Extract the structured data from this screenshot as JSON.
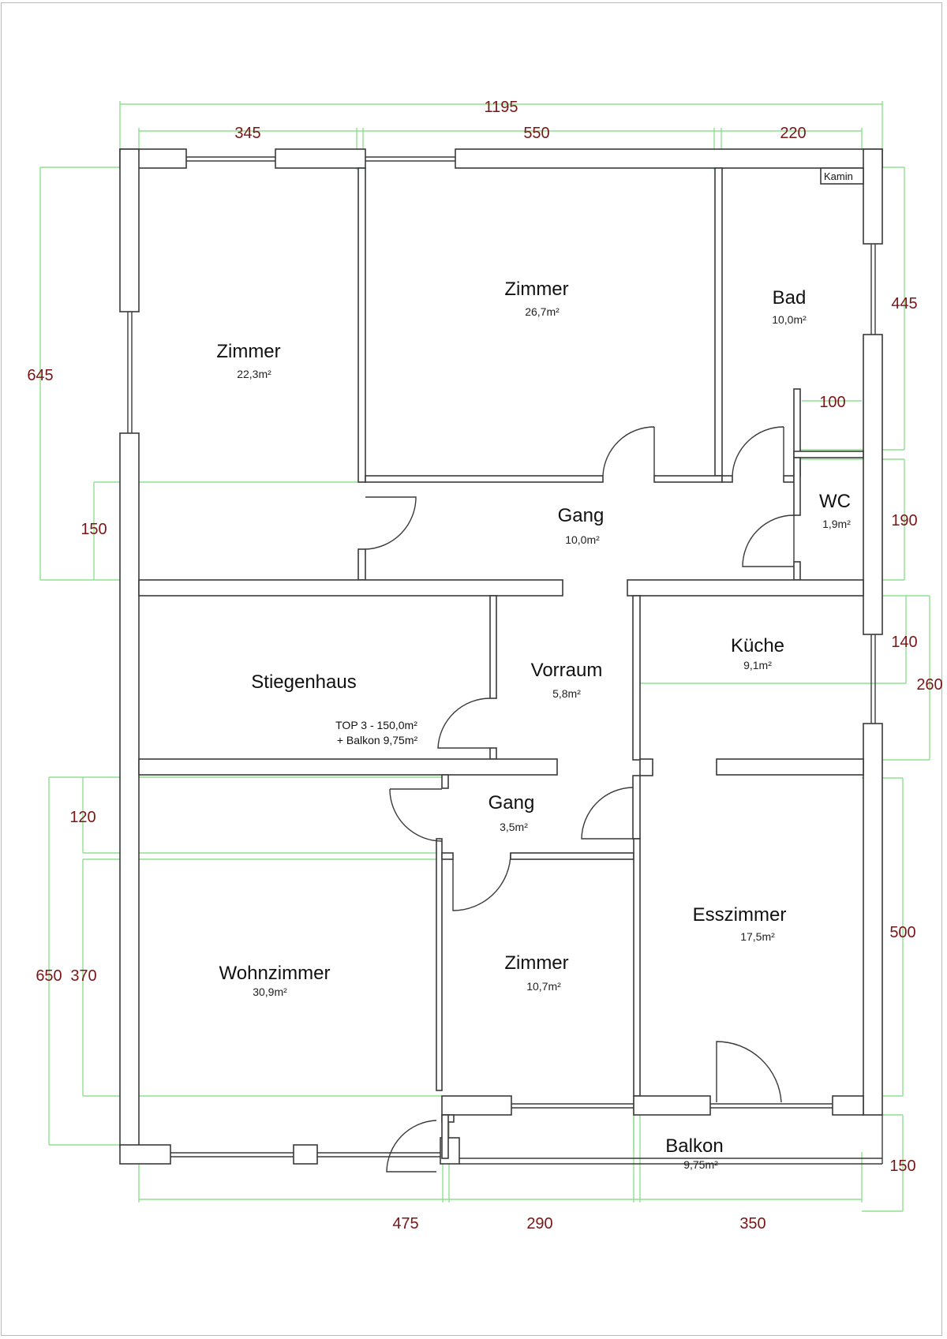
{
  "plan": {
    "unit_summary": {
      "line1": "TOP 3 - 150,0m²",
      "line2": "+ Balkon 9,75m²"
    },
    "kamin_label": "Kamin",
    "rooms": [
      {
        "id": "zimmer-1",
        "name": "Zimmer",
        "area": "22,3m²"
      },
      {
        "id": "zimmer-2",
        "name": "Zimmer",
        "area": "26,7m²"
      },
      {
        "id": "bad",
        "name": "Bad",
        "area": "10,0m²"
      },
      {
        "id": "wc",
        "name": "WC",
        "area": "1,9m²"
      },
      {
        "id": "gang-1",
        "name": "Gang",
        "area": "10,0m²"
      },
      {
        "id": "kueche",
        "name": "Küche",
        "area": "9,1m²"
      },
      {
        "id": "stiegenhaus",
        "name": "Stiegenhaus",
        "area": ""
      },
      {
        "id": "vorraum",
        "name": "Vorraum",
        "area": "5,8m²"
      },
      {
        "id": "gang-2",
        "name": "Gang",
        "area": "3,5m²"
      },
      {
        "id": "esszimmer",
        "name": "Esszimmer",
        "area": "17,5m²"
      },
      {
        "id": "wohnzimmer",
        "name": "Wohnzimmer",
        "area": "30,9m²"
      },
      {
        "id": "zimmer-3",
        "name": "Zimmer",
        "area": "10,7m²"
      },
      {
        "id": "balkon",
        "name": "Balkon",
        "area": "9,75m²"
      }
    ],
    "dimensions": {
      "top_total": "1195",
      "top_segments": [
        "345",
        "550",
        "220"
      ],
      "bottom_segments": [
        "475",
        "290",
        "350"
      ],
      "left": [
        "645",
        "150",
        "120",
        "650",
        "370"
      ],
      "right": [
        "445",
        "100",
        "190",
        "140",
        "260",
        "500",
        "150"
      ]
    },
    "colors": {
      "wall": "#3a3a3a",
      "dimension_line": "#8fe08f",
      "dimension_text": "#7a1616"
    }
  }
}
